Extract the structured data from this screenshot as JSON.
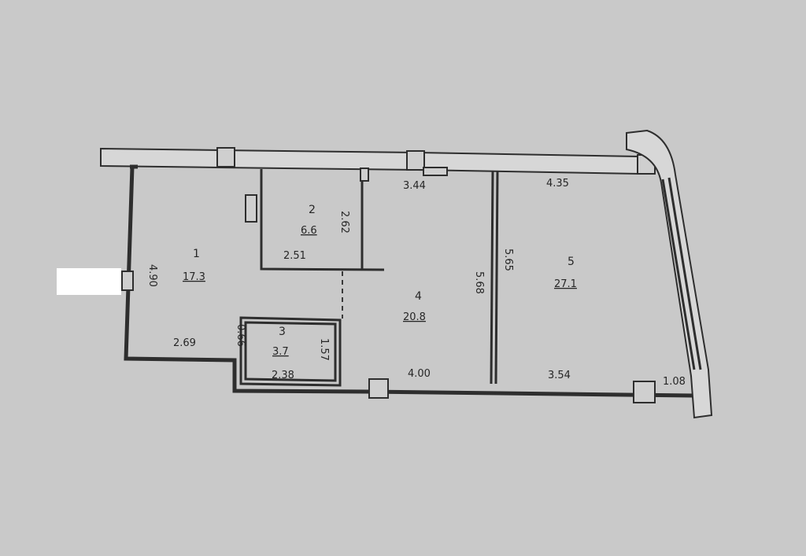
{
  "rooms": [
    {
      "number": "1",
      "area": "17.3"
    },
    {
      "number": "2",
      "area": "6.6"
    },
    {
      "number": "3",
      "area": "3.7"
    },
    {
      "number": "4",
      "area": "20.8"
    },
    {
      "number": "5",
      "area": "27.1"
    }
  ],
  "dimensions": {
    "room1_height": "4.90",
    "room1_bottom": "2.69",
    "room1_step": "0.66",
    "room2_bottom": "2.51",
    "room2_height": "2.62",
    "room3_bottom": "2.38",
    "room3_height": "1.57",
    "room4_top": "3.44",
    "room4_bottom": "4.00",
    "room4_height": "5.68",
    "room5_top": "4.35",
    "room5_height": "5.65",
    "room5_bottom": "3.54",
    "balcony_width": "1.08"
  },
  "colors": {
    "paper": "#c9c9c9",
    "ink": "#2e2e2e",
    "label_patch": "#ffffff"
  }
}
